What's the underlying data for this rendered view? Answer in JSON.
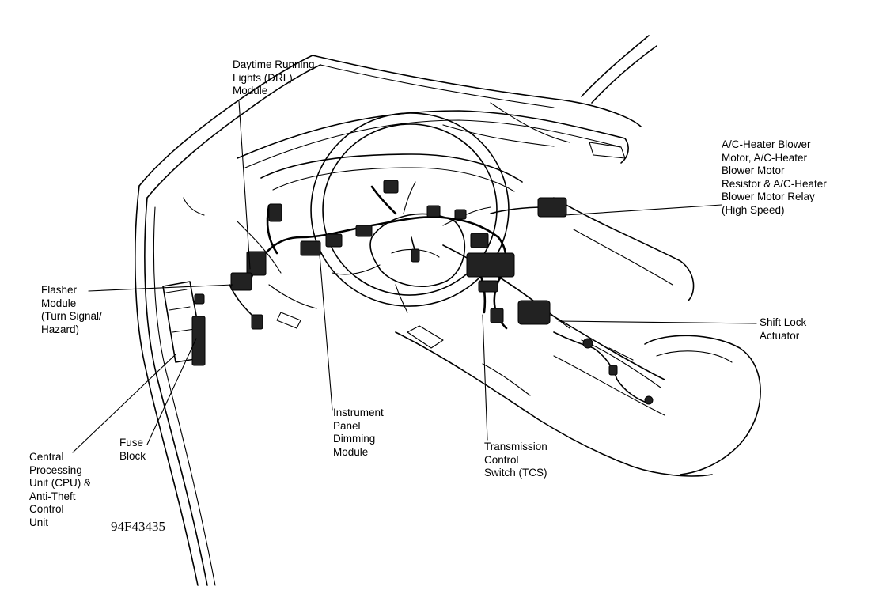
{
  "figure_id": "94F43435",
  "callouts": {
    "drl_module": "Daytime Running\nLights (DRL)\nModule",
    "flasher_module": "Flasher\nModule\n(Turn Signal/\nHazard)",
    "cpu_unit": "Central\nProcessing\nUnit (CPU) &\nAnti-Theft\nControl\nUnit",
    "fuse_block": "Fuse\nBlock",
    "ip_dimming_module": "Instrument\nPanel\nDimming\nModule",
    "tcs_switch": "Transmission\nControl\nSwitch (TCS)",
    "shift_lock_actuator": "Shift Lock\nActuator",
    "ac_heater_blower": "A/C-Heater Blower\nMotor, A/C-Heater\nBlower Motor\nResistor & A/C-Heater\nBlower Motor Relay\n(High Speed)"
  }
}
